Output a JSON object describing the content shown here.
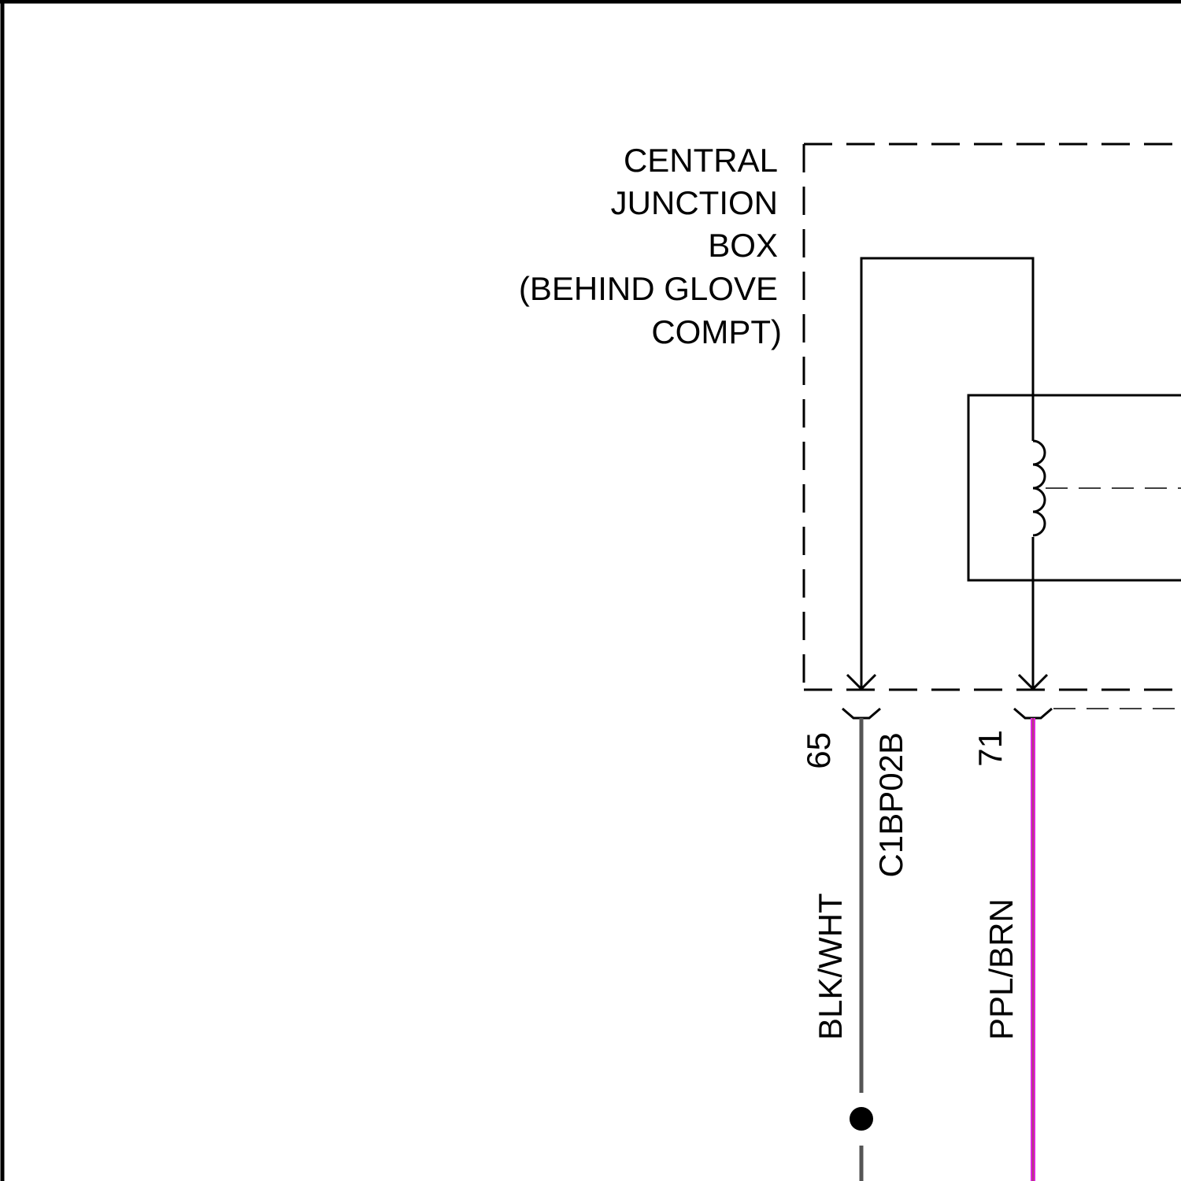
{
  "junction_box": {
    "label_lines": [
      "CENTRAL",
      "JUNCTION",
      "BOX",
      "(BEHIND GLOVE",
      "COMPT)"
    ]
  },
  "connector": {
    "id": "C1BP02B"
  },
  "wires": [
    {
      "pin": "65",
      "color_code": "BLK/WHT",
      "color": "#555555"
    },
    {
      "pin": "71",
      "color_code": "PPL/BRN",
      "color": "#e020e0"
    }
  ],
  "colors": {
    "outline": "#000000",
    "blk_wht_wire": "#555555",
    "ppl_brn_wire": "#e020e0",
    "ppl_brn_stripe": "#8a5a2b"
  }
}
